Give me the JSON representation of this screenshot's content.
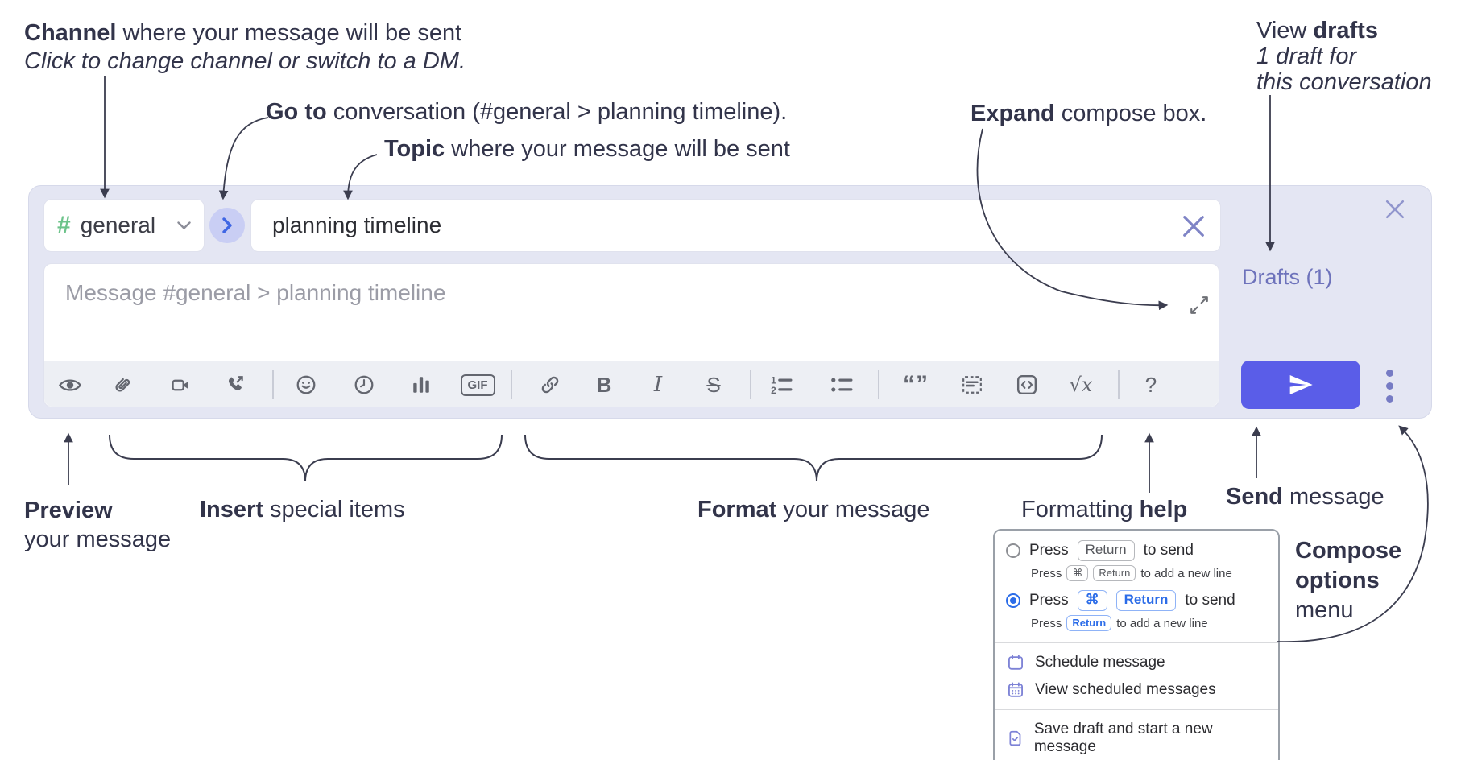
{
  "annotations": {
    "channel": {
      "bold": "Channel",
      "rest": " where your message will be sent",
      "sub": "Click to change channel or switch to a DM."
    },
    "goto": {
      "bold": "Go to",
      "rest": " conversation (#general > planning timeline)."
    },
    "topic": {
      "bold": "Topic",
      "rest": " where your message will be sent"
    },
    "expand": {
      "bold": "Expand",
      "rest": " compose box."
    },
    "drafts": {
      "pre": "View ",
      "bold": "drafts",
      "line2": "1 draft for",
      "line3": "this conversation"
    },
    "preview": {
      "bold": "Preview",
      "line2": "your message"
    },
    "insert": {
      "bold": "Insert",
      "rest": " special items"
    },
    "format": {
      "bold": "Format",
      "rest": " your message"
    },
    "formatting_help": {
      "pre": "Formatting ",
      "bold": "help"
    },
    "send": {
      "bold": "Send",
      "rest": " message"
    },
    "compose_options": {
      "line1": "Compose",
      "line2": "options",
      "line3": "menu"
    }
  },
  "compose": {
    "channel_hash": "#",
    "channel_name": "general",
    "topic_value": "planning timeline",
    "message_placeholder": "Message #general > planning timeline",
    "drafts_label": "Drafts (1)"
  },
  "toolbar_labels": {
    "gif": "GIF",
    "bold": "B",
    "italic": "I",
    "strike": "S",
    "quote": "“”",
    "math": "√x",
    "help": "?"
  },
  "options_menu": {
    "opt1": {
      "press": "Press",
      "key1": "Return",
      "after": "to send",
      "sub_press": "Press",
      "sub_key1": "⌘",
      "sub_key2": "Return",
      "sub_after": "to add a new line"
    },
    "opt2": {
      "press": "Press",
      "key1": "⌘",
      "key2": "Return",
      "after": "to send",
      "sub_press": "Press",
      "sub_key1": "Return",
      "sub_after": "to add a new line"
    },
    "items": [
      {
        "label": "Schedule message"
      },
      {
        "label": "View scheduled messages"
      },
      {
        "label": "Save draft and start a new message"
      }
    ]
  },
  "colors": {
    "compose_bg": "#e4e6f3",
    "send_button": "#5a5de8",
    "drafts_link": "#6d72bb",
    "channel_green": "#6cc38a",
    "key_blue": "#2b6ce8",
    "annotation_text": "#32344a"
  }
}
